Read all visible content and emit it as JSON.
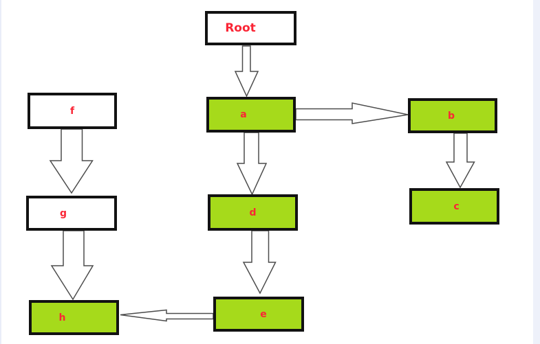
{
  "diagram": {
    "type": "flowchart-tree",
    "nodes": {
      "root": {
        "label": "Root",
        "fill": "#ffffff"
      },
      "a": {
        "label": "a",
        "fill": "#a6da1b"
      },
      "b": {
        "label": "b",
        "fill": "#a6da1b"
      },
      "c": {
        "label": "c",
        "fill": "#a6da1b"
      },
      "d": {
        "label": "d",
        "fill": "#a6da1b"
      },
      "e": {
        "label": "e",
        "fill": "#a6da1b"
      },
      "f": {
        "label": "f",
        "fill": "#ffffff"
      },
      "g": {
        "label": "g",
        "fill": "#ffffff"
      },
      "h": {
        "label": "h",
        "fill": "#a6da1b"
      }
    },
    "edges": [
      {
        "from": "Root",
        "to": "a",
        "direction": "down"
      },
      {
        "from": "a",
        "to": "b",
        "direction": "right"
      },
      {
        "from": "a",
        "to": "d",
        "direction": "down"
      },
      {
        "from": "b",
        "to": "c",
        "direction": "down"
      },
      {
        "from": "d",
        "to": "e",
        "direction": "down"
      },
      {
        "from": "e",
        "to": "h",
        "direction": "left"
      },
      {
        "from": "f",
        "to": "g",
        "direction": "down"
      },
      {
        "from": "g",
        "to": "h",
        "direction": "down"
      }
    ],
    "colors": {
      "node_fill_green": "#a6da1b",
      "node_fill_white": "#ffffff",
      "node_border": "#121212",
      "label_red": "#fa2535",
      "arrow_outline": "#4c4c4c",
      "arrow_fill": "#ffffff",
      "page_background": "#ffffff",
      "page_margin_strip": "#eef1fa"
    }
  }
}
